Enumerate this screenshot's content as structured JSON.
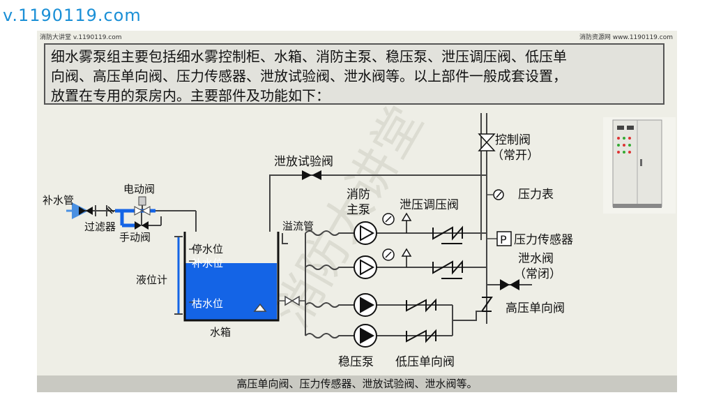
{
  "watermark": "v.1190119.com",
  "header": {
    "left": "消防大讲堂 v.1190119.com",
    "right": "消防资源网 www.1190119.com"
  },
  "description": {
    "line1": "细水雾泵组主要包括细水雾控制柜、水箱、消防主泵、稳压泵、泄压调压阀、低压单",
    "line2": "向阀、高压单向阀、压力传感器、泄放试验阀、泄水阀等。以上部件一般成套设置，",
    "line3": "放置在专用的泵房内。主要部件及功能如下："
  },
  "labels": {
    "makeup_pipe": "补水管",
    "electric_valve": "电动阀",
    "filter": "过滤器",
    "manual_valve": "手动阀",
    "level_gauge": "液位计",
    "stop_level": "停水位",
    "refill_level": "补水位",
    "dry_level": "枯水位",
    "tank": "水箱",
    "overflow_pipe": "溢流管",
    "test_valve": "泄放试验阀",
    "main_pump_line1": "消防",
    "main_pump_line2": "主泵",
    "relief_valve": "泄压调压阀",
    "control_valve_line1": "控制阀",
    "control_valve_line2": "（常开）",
    "pressure_gauge": "压力表",
    "pressure_sensor": "压力传感器",
    "pressure_sensor_symbol": "P",
    "drain_valve_line1": "泄水阀",
    "drain_valve_line2": "（常闭）",
    "hp_check_valve": "高压单向阀",
    "jockey_pump": "稳压泵",
    "lp_check_valve": "低压单向阀"
  },
  "caption": "高压单向阀、压力传感器、泄放试验阀、泄水阀等。",
  "colors": {
    "water": "#1464e6",
    "pipe": "#444444",
    "watermark": "#1a8fd6"
  }
}
